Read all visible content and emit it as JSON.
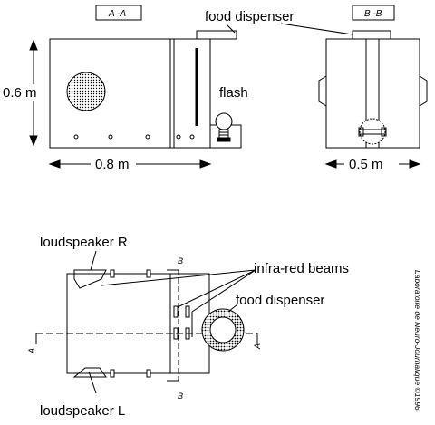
{
  "labels": {
    "section_aa": "A -A",
    "section_bb": "B -B",
    "food_dispenser_top": "food dispenser",
    "flash": "flash",
    "height": "0.6 m",
    "length": "0.8 m",
    "width": "0.5 m",
    "loudspeaker_r": "loudspeaker R",
    "infra_red_beams": "infra-red beams",
    "food_dispenser_plan": "food dispenser",
    "loudspeaker_l": "loudspeaker L",
    "marker_b_top": "B",
    "marker_b_bottom": "B",
    "marker_a_left": "A",
    "marker_a_right": "A",
    "credit": "Laboratoire de Neuro-Journalique ©1996"
  }
}
